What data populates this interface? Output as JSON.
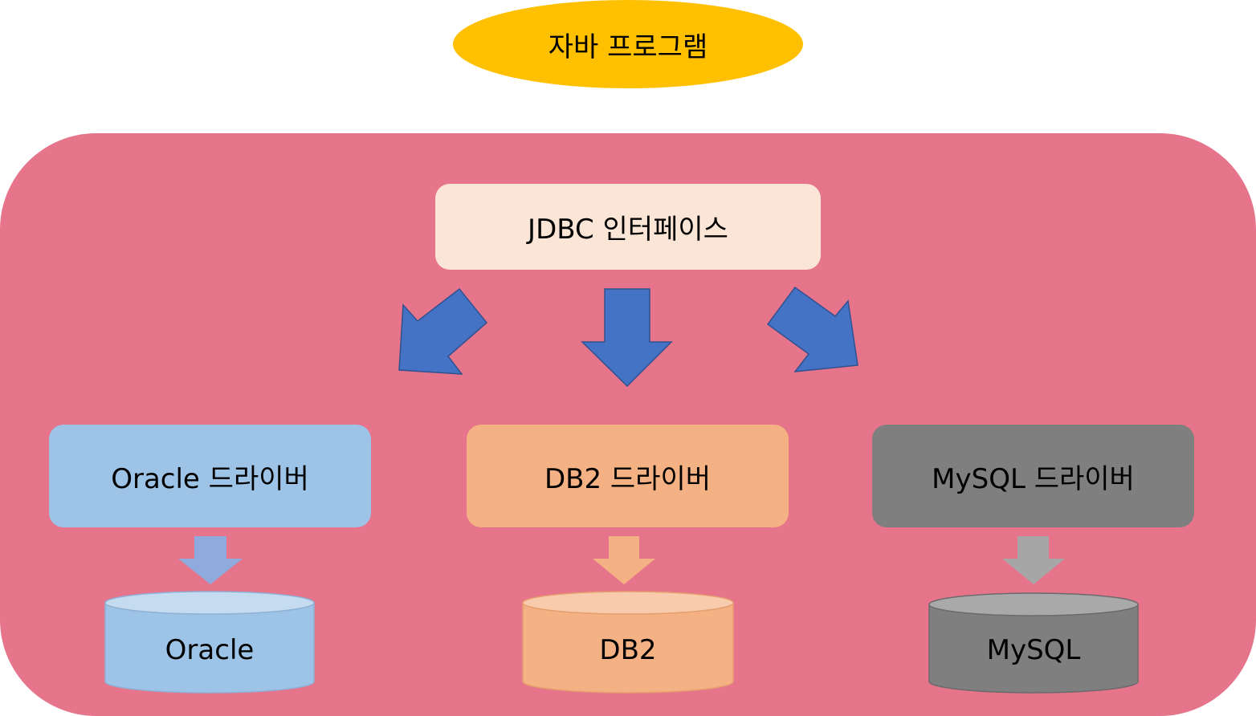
{
  "program": {
    "label": "자바 프로그램",
    "color": "#ffc000"
  },
  "container": {
    "color": "#e6748b"
  },
  "jdbc": {
    "label": "JDBC 인터페이스",
    "color": "#fbe5d6"
  },
  "arrow_color": "#4472c4",
  "drivers": [
    {
      "label": "Oracle 드라이버",
      "color": "#9dc3e6"
    },
    {
      "label": "DB2 드라이버",
      "color": "#f4b183"
    },
    {
      "label": "MySQL 드라이버",
      "color": "#7f7f7f"
    }
  ],
  "databases": [
    {
      "label": "Oracle",
      "color": "#9dc3e6",
      "top_color": "#c5dcf0",
      "arrow_color": "#8faadc"
    },
    {
      "label": "DB2",
      "color": "#f4b183",
      "top_color": "#f8cbad",
      "arrow_color": "#f4b183"
    },
    {
      "label": "MySQL",
      "color": "#7f7f7f",
      "top_color": "#a9a9a9",
      "arrow_color": "#a6a6a6"
    }
  ]
}
